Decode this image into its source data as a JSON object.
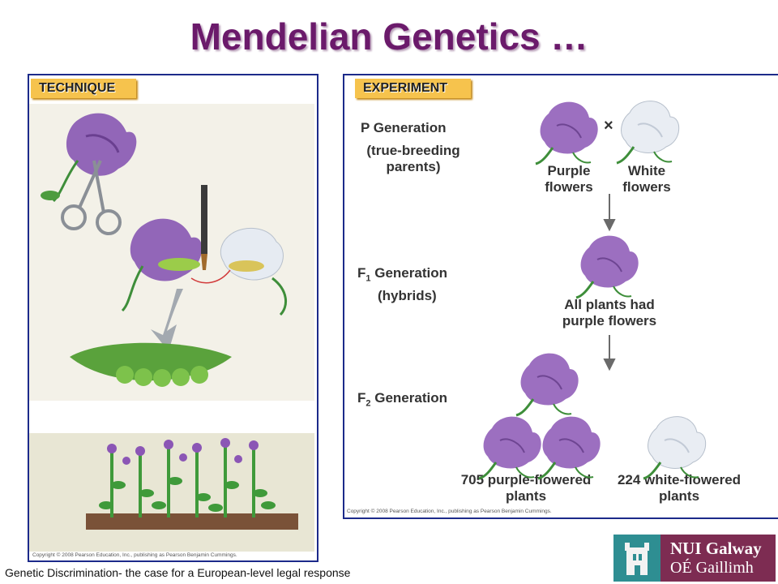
{
  "title": "Mendelian Genetics …",
  "left_panel": {
    "tag": "TECHNIQUE",
    "copyright": "Copyright © 2008 Pearson Education, Inc., publishing as Pearson Benjamin Cummings."
  },
  "right_panel": {
    "tag": "EXPERIMENT",
    "p_generation": [
      "P Generation",
      "(true-breeding",
      "parents)"
    ],
    "cross_symbol": "×",
    "purple_label": [
      "Purple",
      "flowers"
    ],
    "white_label": [
      "White",
      "flowers"
    ],
    "f1_prefix": "F",
    "f1_sub": "1",
    "f1_suffix": " Generation",
    "f1_hybrids": "(hybrids)",
    "f1_result": [
      "All plants had",
      "purple flowers"
    ],
    "f2_prefix": "F",
    "f2_sub": "2",
    "f2_suffix": " Generation",
    "f2_purple": [
      "705 purple-flowered",
      "plants"
    ],
    "f2_white": [
      "224 white-flowered",
      "plants"
    ],
    "copyright": "Copyright © 2008 Pearson Education, Inc., publishing as Pearson Benjamin Cummings."
  },
  "footer": "Genetic Discrimination- the case for a European-level legal response",
  "logo": {
    "line1": "NUI Galway",
    "line2": "OÉ Gaillimh"
  },
  "colors": {
    "title": "#6b1a6b",
    "border": "#1c2a8a",
    "tag": "#f6c34d",
    "purple_flower": "#9c6fc0",
    "white_flower": "#e8ecf2",
    "logo_bg": "#7d2c52",
    "logo_mark": "#2e8e92"
  }
}
